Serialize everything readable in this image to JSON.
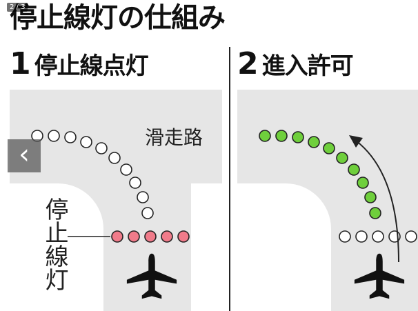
{
  "page_counter": "2 / 3",
  "title": "停止線灯の仕組み",
  "panels": [
    {
      "number": "1",
      "label": "停止線点灯"
    },
    {
      "number": "2",
      "label": "進入許可"
    }
  ],
  "runway_label": "滑走路",
  "stop_bar_label": "停止線灯",
  "nav": {
    "prev_icon": "chevron-left-icon",
    "prev_glyph": "‹"
  },
  "colors": {
    "pavement": "#e6e6e6",
    "light_red": "#f07b8a",
    "light_green": "#6fcf3c",
    "light_off": "#ffffff",
    "stroke": "#222222"
  }
}
